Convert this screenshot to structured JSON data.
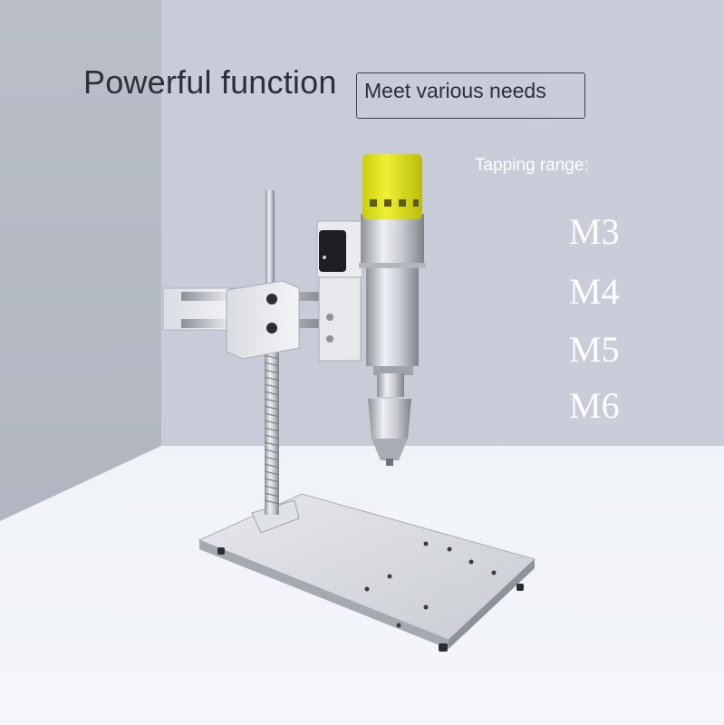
{
  "headline": "Powerful function",
  "tagline": "Meet various needs",
  "tapping": {
    "label": "Tapping range:",
    "sizes": [
      "M3",
      "M4",
      "M5",
      "M6"
    ]
  },
  "colors": {
    "motor_cap": "#e3e61e",
    "wall": "#c9cdd9",
    "floor": "#f0f3f8",
    "text_dark": "#2a2f3b",
    "text_light": "#ffffff"
  }
}
